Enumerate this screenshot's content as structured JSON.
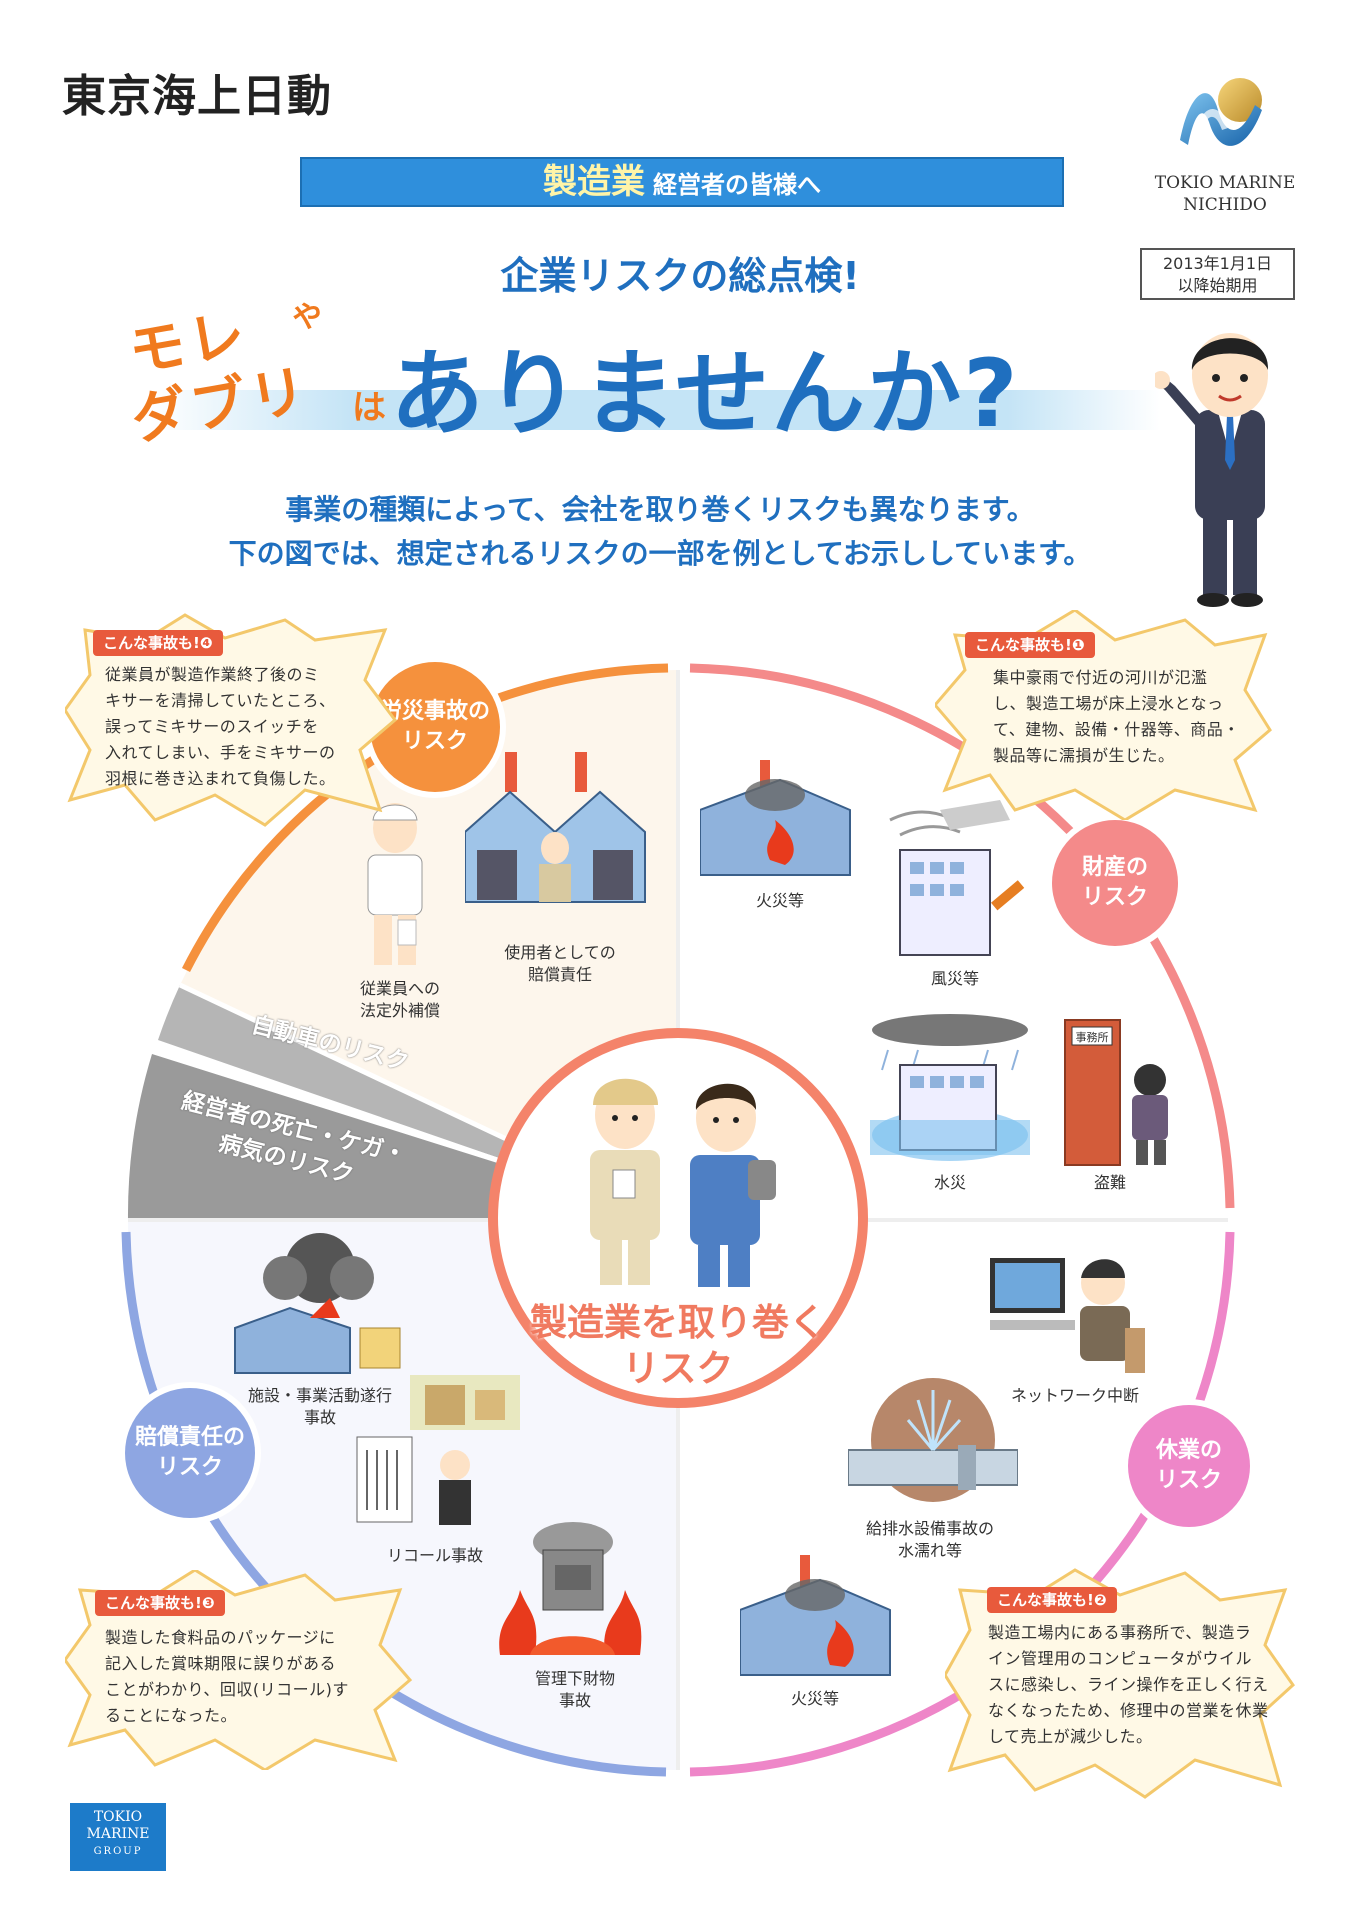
{
  "header": {
    "company_name": "東京海上日動",
    "brand_en_line1": "TOKIO MARINE",
    "brand_en_line2": "NICHIDO",
    "banner_main": "製造業",
    "banner_sub": "経営者の皆様へ",
    "date_line1": "2013年1月1日",
    "date_line2": "以降始期用"
  },
  "headline": {
    "subheadline": "企業リスクの総点検!",
    "more": "モレ",
    "ya": "や",
    "daburi": "ダブリ",
    "ha": "は",
    "main": "ありませんか?"
  },
  "intro": {
    "line1": "事業の種類によって、会社を取り巻くリスクも異なります。",
    "line2": "下の図では、想定されるリスクの一部を例としてお示ししています。"
  },
  "categories": {
    "rousai": [
      "労災事故の",
      "リスク"
    ],
    "zaisan": [
      "財産の",
      "リスク"
    ],
    "baisho": [
      "賠償責任の",
      "リスク"
    ],
    "kyugyo": [
      "休業の",
      "リスク"
    ],
    "car": "自動車のリスク",
    "exec_line1": "経営者の死亡・ケガ・",
    "exec_line2": "病気のリスク"
  },
  "center": {
    "line1": "製造業を取り巻く",
    "line2": "リスク"
  },
  "items": {
    "employee": [
      "従業員への",
      "法定外補償"
    ],
    "employer": [
      "使用者としての",
      "賠償責任"
    ],
    "fire1": "火災等",
    "wind": "風災等",
    "flood": "水災",
    "theft": "盗難",
    "office_sign": "事務所",
    "facility": [
      "施設・事業活動遂行",
      "事故"
    ],
    "recall": "リコール事故",
    "custody": [
      "管理下財物",
      "事故"
    ],
    "network": "ネットワーク中断",
    "water": [
      "給排水設備事故の",
      "水濡れ等"
    ],
    "fire2": "火災等"
  },
  "callouts": {
    "c4": {
      "tag": "こんな事故も!❹",
      "lines": [
        "従業員が製造作業終了後のミ",
        "キサーを清掃していたところ、",
        "誤ってミキサーのスイッチを",
        "入れてしまい、手をミキサーの",
        "羽根に巻き込まれて負傷した。"
      ]
    },
    "c1": {
      "tag": "こんな事故も!❶",
      "lines": [
        "集中豪雨で付近の河川が氾濫",
        "し、製造工場が床上浸水となっ",
        "て、建物、設備・什器等、商品・",
        "製品等に濡損が生じた。"
      ]
    },
    "c3": {
      "tag": "こんな事故も!❸",
      "lines": [
        "製造した食料品のパッケージに",
        "記入した賞味期限に誤りがある",
        "ことがわかり、回収(リコール)す",
        "ることになった。"
      ]
    },
    "c2": {
      "tag": "こんな事故も!❷",
      "lines": [
        "製造工場内にある事務所で、製造ラ",
        "イン管理用のコンピュータがウイル",
        "スに感染し、ライン操作を正しく行え",
        "なくなったため、修理中の営業を休業",
        "して売上が減少した。"
      ]
    }
  },
  "footer": {
    "group_line1": "TOKIO",
    "group_line2": "MARINE",
    "group_line3": "GROUP"
  }
}
